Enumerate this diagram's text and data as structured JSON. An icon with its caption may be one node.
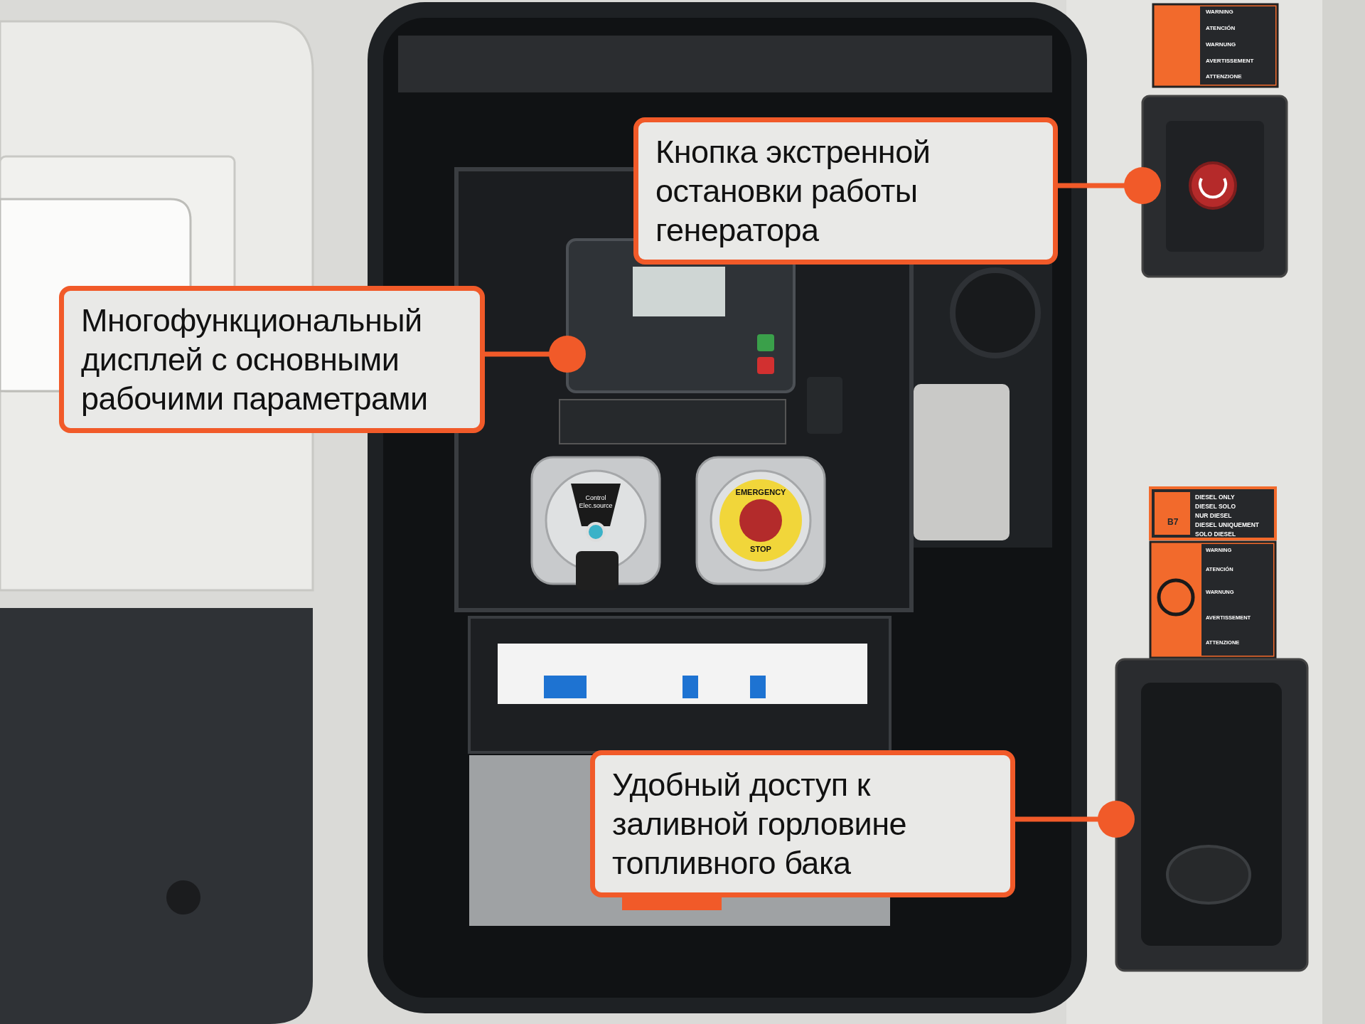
{
  "diagram": {
    "nodes": [
      {
        "text": [
          "Кнопка экстренной остановки работы генератора"
        ]
      },
      {
        "text": [],
        "shape": "picture"
      },
      {
        "text": [
          "Многофункциональный дисплей с основными рабочими параметрами"
        ]
      },
      {
        "text": [],
        "shape": "picture"
      },
      {
        "text": [
          "Удобный доступ к заливной горловине топливного бака"
        ]
      },
      {
        "text": [],
        "shape": "picture"
      }
    ],
    "edges": [
      {
        "from": 0,
        "to": 1,
        "arrow": "other"
      },
      {
        "from": 2,
        "to": 3,
        "arrow": "other"
      },
      {
        "from": 4,
        "to": 5,
        "arrow": "other"
      }
    ],
    "labels": [
      "WARNING",
      "ATENCIÓN",
      "WARNUNG",
      "AVERTISSEMENT",
      "ATTENZIONE",
      "Control Elec.source",
      "EMERGENCY STOP",
      "B7",
      "DIESEL ONLY",
      "DIESEL SOLO",
      "NUR DIESEL",
      "DIESEL UNIQUEMENT",
      "SOLO DIESEL",
      "WARNING",
      "ATENCIÓN",
      "WARNUNG",
      "AVERTISSEMENT",
      "ATTENZIONE"
    ]
  }
}
